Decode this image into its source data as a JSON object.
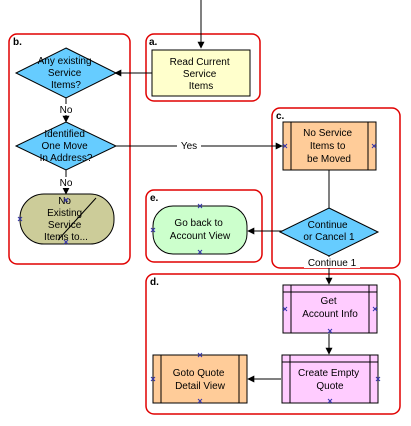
{
  "colors": {
    "group_border": "#e00000",
    "read_box": "#ffffcc",
    "decision": "#66ccff",
    "end_state": "#cccc99",
    "process_orange": "#ffcc99",
    "process_pink": "#ffccff",
    "goto_view": "#ccffcc",
    "port_marker": "#3333aa",
    "arrow": "#000000"
  },
  "groups": {
    "a": "a.",
    "b": "b.",
    "c": "c.",
    "d": "d.",
    "e": "e."
  },
  "nodes": {
    "read_current_service_items": [
      "Read Current",
      "Service",
      "Items"
    ],
    "any_existing_service_items": [
      "Any existing",
      "Service",
      "Items?"
    ],
    "identified_one_move": [
      "Identified",
      "One Move",
      "In Address?"
    ],
    "no_existing_service_items": [
      "No",
      "Existing",
      "Service",
      "Items to..."
    ],
    "no_service_items_to_be_moved": [
      "No Service",
      "Items to",
      "be Moved"
    ],
    "continue_or_cancel": [
      "Continue",
      "or Cancel 1"
    ],
    "go_back_to_account_view": [
      "Go back to",
      "Account View"
    ],
    "get_account_info": [
      "Get",
      "Account Info"
    ],
    "create_empty_quote": [
      "Create Empty",
      "Quote"
    ],
    "goto_quote_detail_view": [
      "Goto Quote",
      "Detail View"
    ]
  },
  "edge_labels": {
    "no_1": "No",
    "no_2": "No",
    "yes": "Yes",
    "continue_1": "Continue 1"
  }
}
